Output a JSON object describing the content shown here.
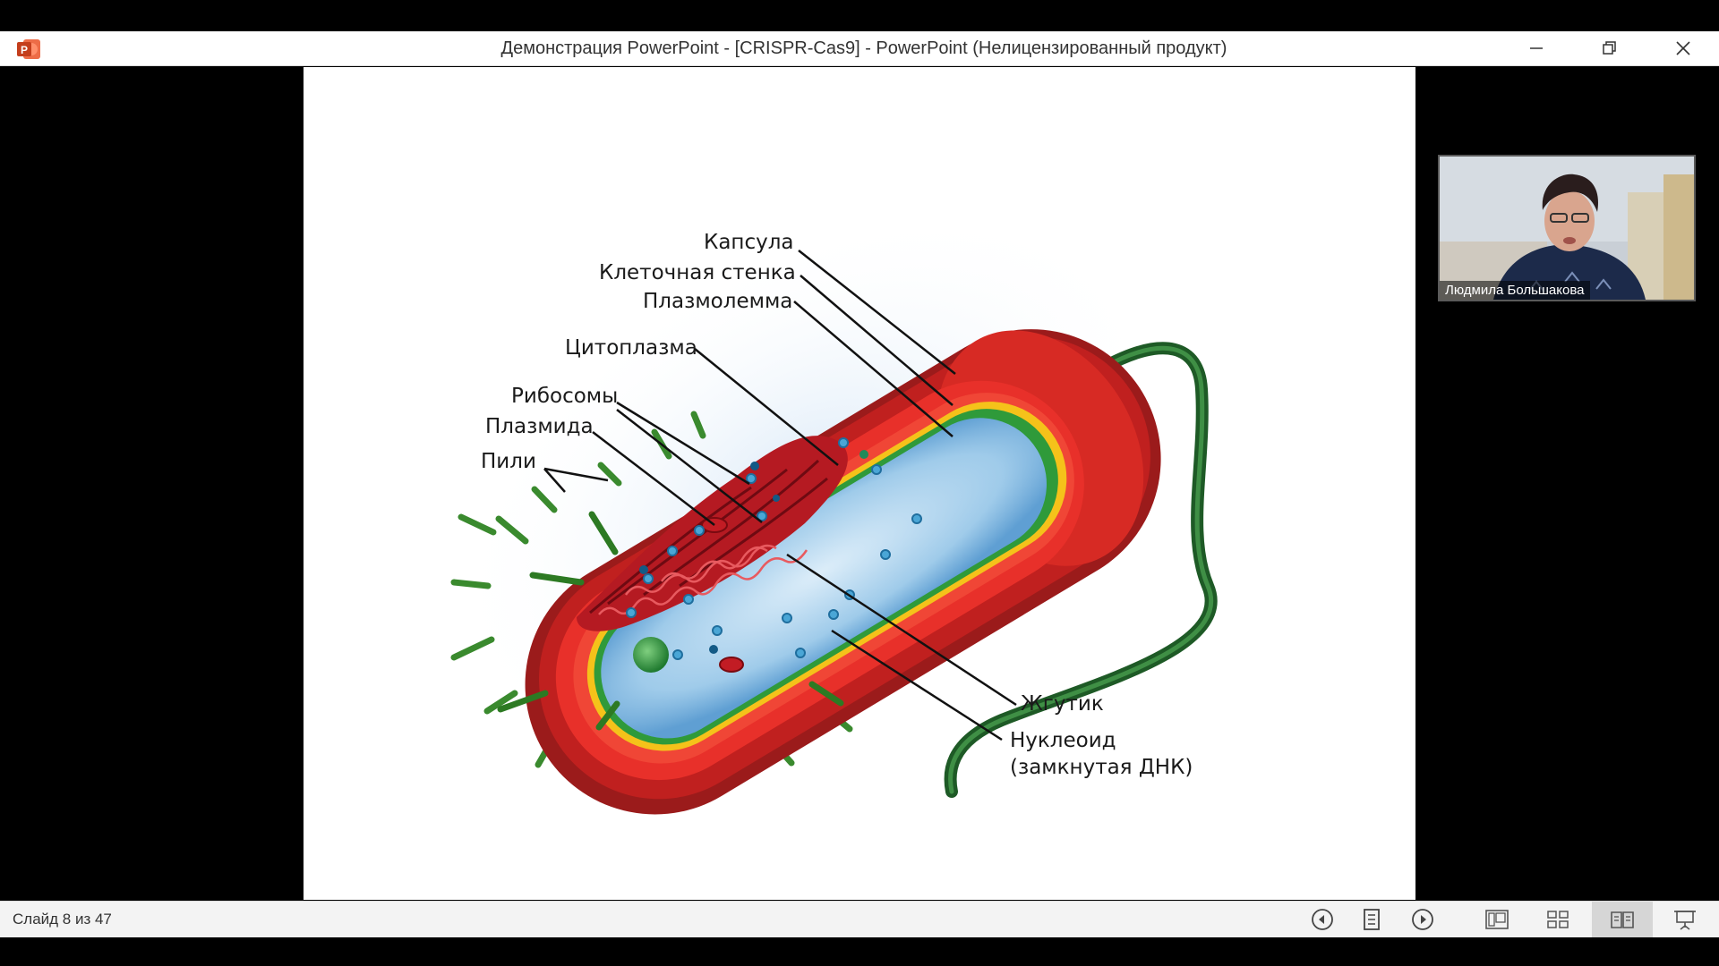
{
  "window": {
    "title": "Демонстрация PowerPoint - [CRISPR-Cas9] - PowerPoint (Нелицензированный продукт)",
    "app_icon": "powerpoint-icon",
    "controls": [
      "minimize-icon",
      "restore-icon",
      "close-icon"
    ]
  },
  "slide": {
    "labels": {
      "capsule": "Капсула",
      "cell_wall": "Клеточная стенка",
      "plasmalemma": "Плазмолемма",
      "cytoplasm": "Цитоплазма",
      "ribosomes": "Рибосомы",
      "plasmid": "Плазмида",
      "pili": "Пили",
      "flagellum": "Жгутик",
      "nucleoid": "Нуклеоид",
      "nucleoid_note": "(замкнутая ДНК)"
    }
  },
  "video": {
    "participant_name": "Людмила Большакова"
  },
  "statusbar": {
    "slide_counter": "Слайд 8 из 47",
    "buttons": [
      "previous-icon",
      "menu-icon",
      "next-icon",
      "normal-view-icon",
      "slide-sorter-icon",
      "reading-view-icon",
      "slideshow-icon"
    ],
    "active_view": "reading-view-icon"
  }
}
